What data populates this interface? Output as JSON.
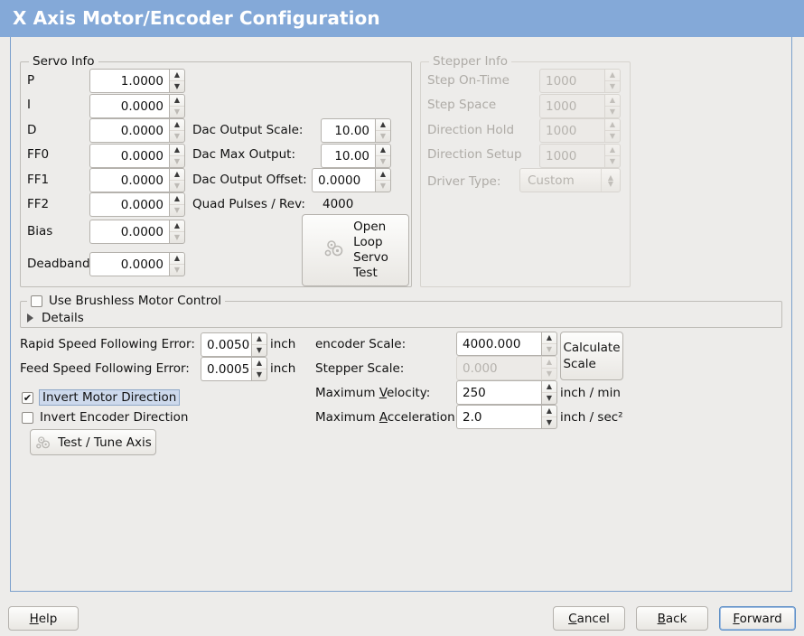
{
  "window": {
    "title": "X Axis Motor/Encoder Configuration",
    "title_bar_color": "#84a9d8",
    "background_color": "#edecea",
    "frame_color": "#7ba0cc"
  },
  "servo_info": {
    "legend": "Servo Info",
    "rows": [
      {
        "label": "P",
        "value": "1.0000"
      },
      {
        "label": "I",
        "value": "0.0000"
      },
      {
        "label": "D",
        "value": "0.0000"
      },
      {
        "label": "FF0",
        "value": "0.0000"
      },
      {
        "label": "FF1",
        "value": "0.0000"
      },
      {
        "label": "FF2",
        "value": "0.0000"
      },
      {
        "label": "Bias",
        "value": "0.0000"
      },
      {
        "label": "Deadband",
        "value": "0.0000"
      }
    ],
    "dac": [
      {
        "label": "Dac Output Scale:",
        "value": "10.00"
      },
      {
        "label": "Dac Max Output:",
        "value": "10.00"
      },
      {
        "label": "Dac Output Offset:",
        "value": "0.0000"
      }
    ],
    "quad_pulses_label": "Quad Pulses / Rev:",
    "quad_pulses_value": "4000",
    "open_loop_button": "Open\nLoop\nServo\nTest",
    "open_loop_lines": [
      "Open",
      "Loop",
      "Servo",
      "Test"
    ]
  },
  "stepper_info": {
    "legend": "Stepper Info",
    "disabled": true,
    "rows": [
      {
        "label": "Step On-Time",
        "value": "1000"
      },
      {
        "label": "Step Space",
        "value": "1000"
      },
      {
        "label": "Direction Hold",
        "value": "1000"
      },
      {
        "label": "Direction Setup",
        "value": "1000"
      }
    ],
    "driver_type_label": "Driver Type:",
    "driver_type_value": "Custom"
  },
  "brushless": {
    "checkbox_label": "Use Brushless Motor Control",
    "checked": false,
    "details_label": "Details",
    "details_expanded": false
  },
  "tuning": {
    "rapid_following_error_label": "Rapid Speed Following Error:",
    "rapid_following_error_value": "0.0050",
    "rapid_following_error_unit": "inch",
    "feed_following_error_label": "Feed Speed Following Error:",
    "feed_following_error_value": "0.0005",
    "feed_following_error_unit": "inch",
    "invert_motor_label": "Invert Motor Direction",
    "invert_motor_checked": true,
    "invert_encoder_label": "Invert Encoder Direction",
    "invert_encoder_checked": false,
    "test_tune_button": "Test / Tune Axis"
  },
  "scales": {
    "encoder_scale_label": "encoder Scale:",
    "encoder_scale_value": "4000.000",
    "stepper_scale_label": "Stepper Scale:",
    "stepper_scale_value": "0.000",
    "stepper_scale_disabled": true,
    "calculate_scale_button_line1": "Calculate",
    "calculate_scale_button_line2": "Scale",
    "max_velocity_label_pre": "Maximum ",
    "max_velocity_label_mnemonic": "V",
    "max_velocity_label_post": "elocity:",
    "max_velocity_value": "250",
    "max_velocity_unit": "inch / min",
    "max_accel_label_pre": "Maximum ",
    "max_accel_label_mnemonic": "A",
    "max_accel_label_post": "cceleration:",
    "max_accel_value": "2.0",
    "max_accel_unit": "inch / sec²"
  },
  "footer": {
    "help_pre": "",
    "help_mnemonic": "H",
    "help_post": "elp",
    "cancel_mnemonic": "C",
    "cancel_post": "ancel",
    "back_mnemonic": "B",
    "back_post": "ack",
    "forward_mnemonic": "F",
    "forward_post": "orward"
  }
}
